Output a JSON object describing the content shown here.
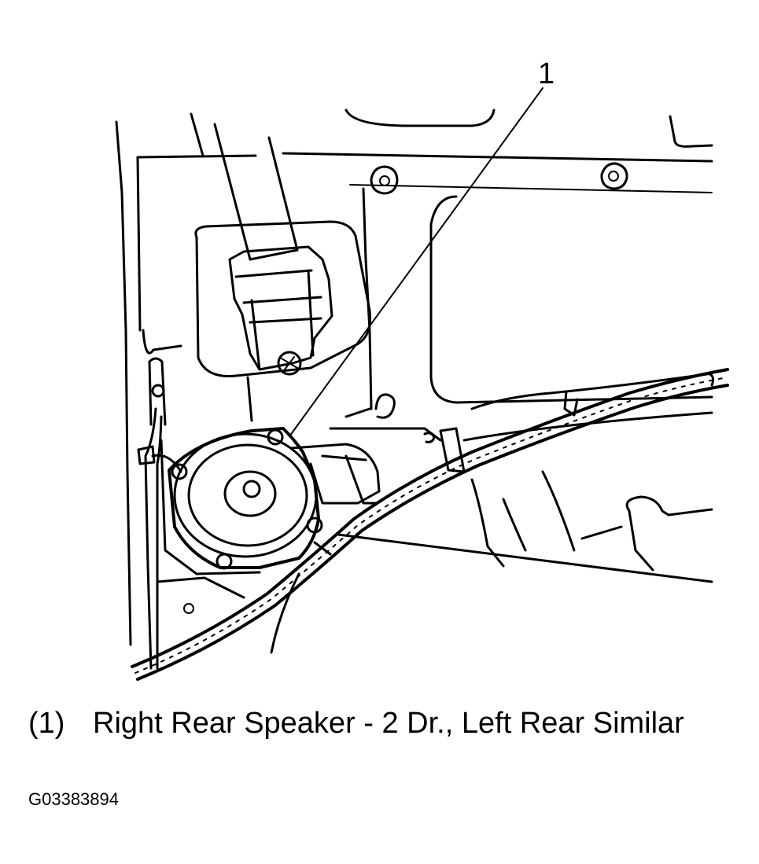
{
  "diagram": {
    "callout": "1",
    "icons": [
      "seat-belt-retractor",
      "speaker",
      "wire-harness",
      "bolt"
    ]
  },
  "caption": {
    "number": "(1)",
    "text": "Right Rear Speaker - 2 Dr., Left Rear Similar"
  },
  "figure_id": "G03383894"
}
